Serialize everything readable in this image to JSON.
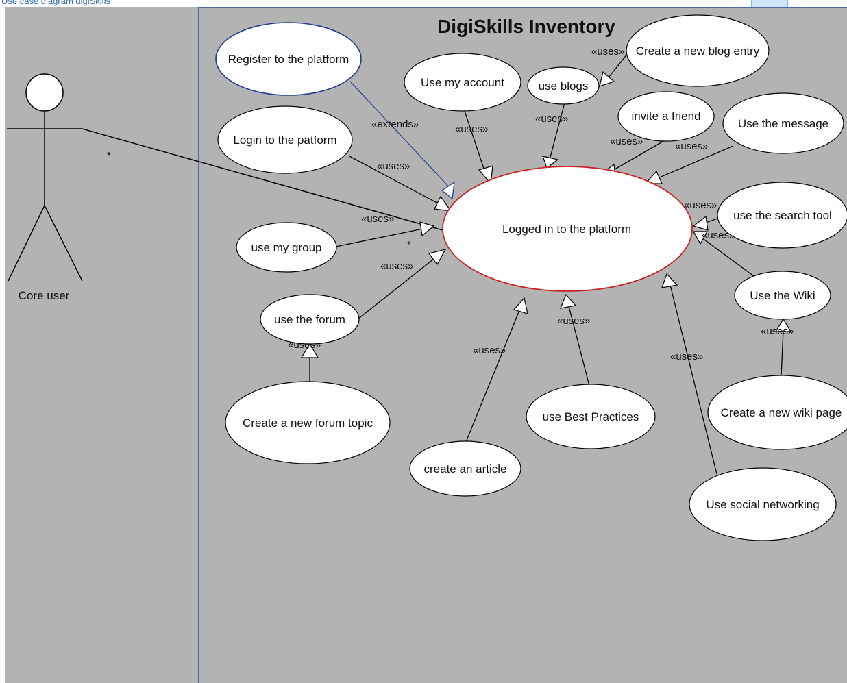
{
  "header": {
    "clipped_text": "Use case diagram digiSkills"
  },
  "diagram": {
    "title": "DigiSkills Inventory",
    "actor": {
      "name": "Core user",
      "multiplicity_actor_end": "*",
      "multiplicity_usecase_end": "*"
    },
    "central_use_case": "Logged in to the platform",
    "use_cases": [
      {
        "id": "register",
        "label": "Register to the platform"
      },
      {
        "id": "account",
        "label": "Use my account"
      },
      {
        "id": "blogs",
        "label": "use blogs"
      },
      {
        "id": "blogentry",
        "label": "Create a new blog entry"
      },
      {
        "id": "invite",
        "label": "invite a friend"
      },
      {
        "id": "message",
        "label": "Use the message"
      },
      {
        "id": "login",
        "label": "Login to the patform"
      },
      {
        "id": "search",
        "label": "use the search tool"
      },
      {
        "id": "group",
        "label": "use my group"
      },
      {
        "id": "wiki",
        "label": "Use the Wiki"
      },
      {
        "id": "forum",
        "label": "use the forum"
      },
      {
        "id": "forumtopic",
        "label": "Create a new forum topic"
      },
      {
        "id": "article",
        "label": "create an article"
      },
      {
        "id": "bestpractices",
        "label": "use Best Practices"
      },
      {
        "id": "wikipage",
        "label": "Create a new wiki page"
      },
      {
        "id": "social",
        "label": "Use social networking"
      }
    ],
    "relations": [
      {
        "from": "register",
        "to": "central",
        "label": "«extends»",
        "color": "#1f3b8f"
      },
      {
        "from": "login",
        "to": "central",
        "label": "«uses»"
      },
      {
        "from": "account",
        "to": "central",
        "label": "«uses»"
      },
      {
        "from": "blogs",
        "to": "central",
        "label": "«uses»"
      },
      {
        "from": "blogentry",
        "to": "blogs",
        "label": "«uses»"
      },
      {
        "from": "invite",
        "to": "central",
        "label": "«uses»"
      },
      {
        "from": "message",
        "to": "central",
        "label": "«uses»"
      },
      {
        "from": "search",
        "to": "central",
        "label": "«uses»"
      },
      {
        "from": "wiki",
        "to": "central",
        "label": "«uses»"
      },
      {
        "from": "wikipage",
        "to": "wiki",
        "label": "«uses»"
      },
      {
        "from": "social",
        "to": "central",
        "label": "«uses»"
      },
      {
        "from": "bestpractices",
        "to": "central",
        "label": "«uses»"
      },
      {
        "from": "article",
        "to": "central",
        "label": "«uses»"
      },
      {
        "from": "group",
        "to": "central",
        "label": "«uses»"
      },
      {
        "from": "forum",
        "to": "central",
        "label": "«uses»"
      },
      {
        "from": "forumtopic",
        "to": "forum",
        "label": "«uses»"
      }
    ],
    "colors": {
      "background": "#b3b3b3",
      "boundary": "#4a6a99",
      "central_outline": "#cc2222",
      "extends_line": "#1f3b8f",
      "ellipse_fill": "#ffffff",
      "line": "#000000"
    }
  }
}
